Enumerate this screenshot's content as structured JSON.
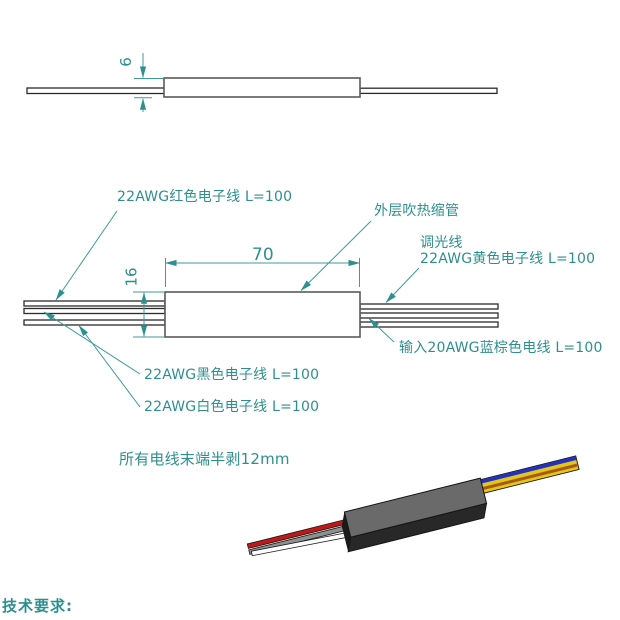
{
  "colors": {
    "annotation": "#2E8F8F",
    "dimension_line": "#3F9A9A",
    "wire_outline": "#2B2B2B",
    "body_border": "#5A5A5A"
  },
  "dims": {
    "thickness": "6",
    "length": "70",
    "height": "16"
  },
  "labels": {
    "red_wire": "22AWG红色电子线 L=100",
    "heat_shrink": "外层吹热缩管",
    "dimming_line1": "调光线",
    "dimming_line2": "22AWG黄色电子线 L=100",
    "input_wire": "输入20AWG蓝棕色电线 L=100",
    "black_wire": "22AWG黑色电子线 L=100",
    "white_wire": "22AWG白色电子线 L=100"
  },
  "notes": {
    "strip_note": "所有电线末端半剥12mm",
    "tech_requirements": "技术要求:"
  },
  "render": {
    "body_top": "#6A6A6A",
    "body_front": "#282828",
    "body_end": "#1A1A1A",
    "wire_red": "#C01818",
    "wire_gray": "#8F8F8F",
    "wire_white": "#FDFDFD",
    "wire_blue": "#2430C0",
    "wire_yellow": "#E3C713",
    "wire_brown": "#A85A1A"
  }
}
